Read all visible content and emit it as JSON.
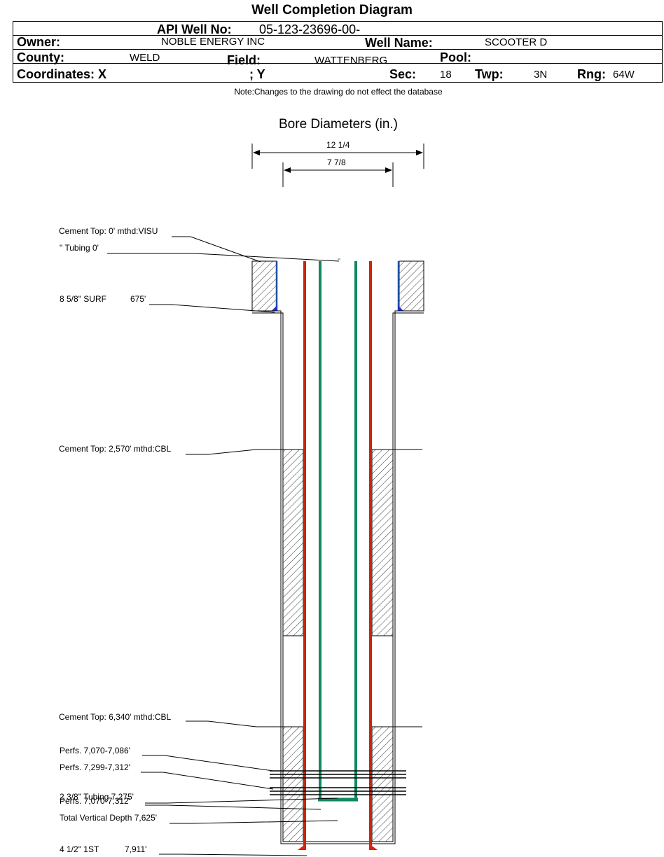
{
  "title": "Well Completion Diagram",
  "header": {
    "api_label": "API Well No:",
    "api_value": "05-123-23696-00-",
    "owner_label": "Owner:",
    "owner_value": "NOBLE ENERGY INC",
    "well_name_label": "Well Name:",
    "well_name_value": "SCOOTER D",
    "county_label": "County:",
    "county_value": "WELD",
    "field_label": "Field:",
    "field_value": "WATTENBERG",
    "pool_label": "Pool:",
    "coord_label": "Coordinates: X",
    "coord_y_label": "; Y",
    "sec_label": "Sec:",
    "sec_value": "18",
    "twp_label": "Twp:",
    "twp_value": "3N",
    "rng_label": "Rng:",
    "rng_value": "64W"
  },
  "note": "Note:Changes to the drawing do not effect the database",
  "diagram": {
    "title": "Bore Diameters (in.)",
    "bore_outer": "12 1/4",
    "bore_inner": "7 7/8",
    "annotations": {
      "cement_top_surface": "Cement Top: 0' mthd:VISU",
      "tubing_top": "\" Tubing 0'",
      "surface_casing_name": "8 5/8\" SURF",
      "surface_casing_depth": "675'",
      "cement_top_cbl1": "Cement Top: 2,570' mthd:CBL",
      "cement_top_cbl2": "Cement Top: 6,340' mthd:CBL",
      "perfs_1": "Perfs. 7,070-7,086'",
      "perfs_2": "Perfs. 7,299-7,312'",
      "tubing_bottom": "2 3/8\" Tubing 7,275'",
      "perfs_3": "Perfs. 7,070-7,312'",
      "total_depth": "Total Vertical Depth 7,625'",
      "production_casing_name": "4 1/2\" 1ST",
      "production_casing_depth": "7,911'"
    },
    "colors": {
      "casing": "#c8250a",
      "tubing": "#0f8a5f",
      "shoe_surface": "#1f2fd8",
      "line": "#000000"
    }
  }
}
